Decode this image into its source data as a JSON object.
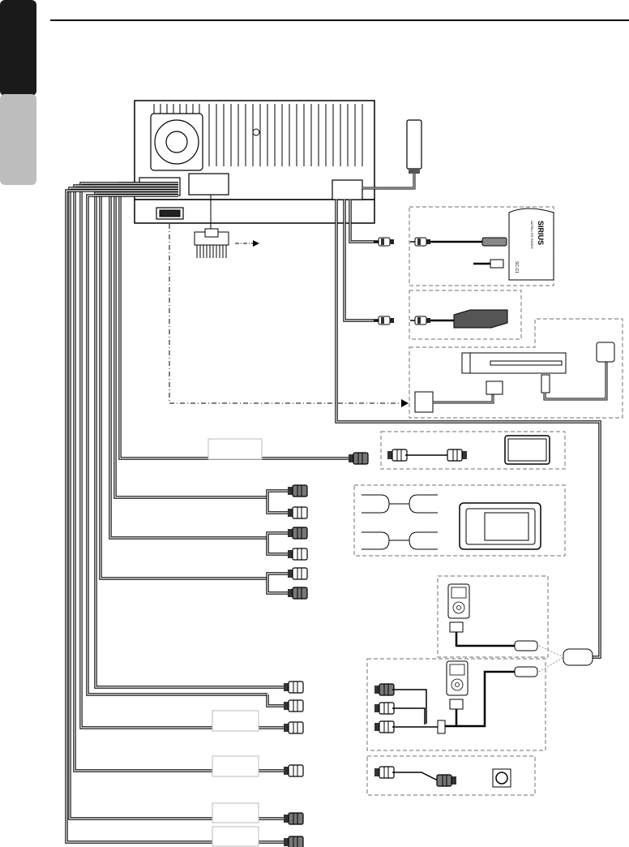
{
  "diagram": {
    "kind": "wiring diagram",
    "sirius_tuner": {
      "brand": "SIRIUS",
      "tagline": "SATELLITE RADIO",
      "model": "SC-C1"
    },
    "label_boxes": [
      "",
      "",
      "",
      "",
      "",
      ""
    ],
    "colors": {
      "side_tab_dark": "#1a1a1a",
      "side_tab_light": "#bdbdbd",
      "dashed_box": "#8a8a8a",
      "connector_dark": "#6e6e6e"
    }
  }
}
